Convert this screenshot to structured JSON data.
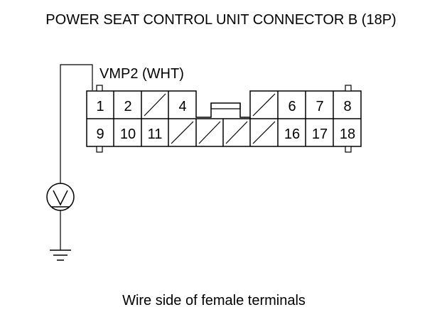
{
  "title": "POWER SEAT CONTROL UNIT CONNECTOR B (18P)",
  "wire_label": "VMP2 (WHT)",
  "meter_icon": "voltmeter-icon",
  "ground_icon": "ground-icon",
  "connector": {
    "pins": [
      "1",
      "2",
      "4",
      "6",
      "7",
      "8",
      "9",
      "10",
      "11",
      "16",
      "17",
      "18"
    ]
  },
  "caption": "Wire side of female terminals"
}
